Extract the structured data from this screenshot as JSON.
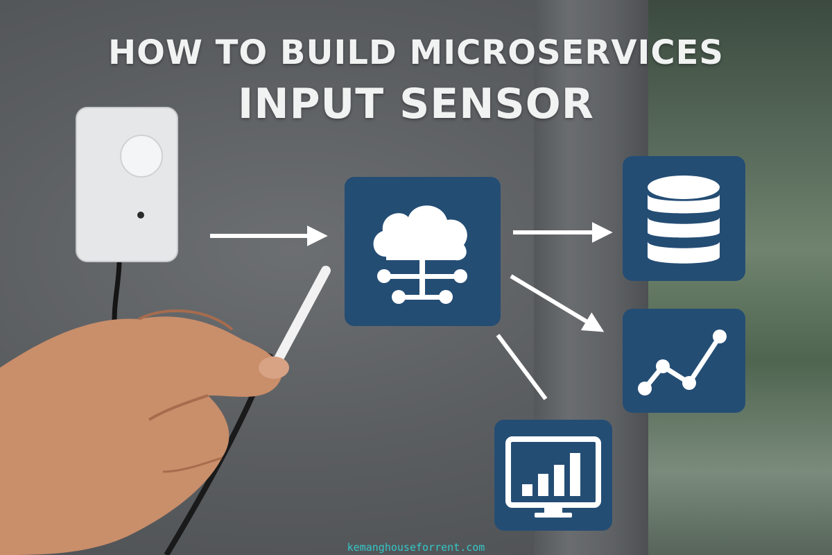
{
  "title": {
    "line1": "HOW TO BUILD MICROSERVICES",
    "line2": "INPUT SENSOR"
  },
  "footer": {
    "watermark": "kemanghouseforrent.com"
  },
  "icons": {
    "hub": "cloud-network-icon",
    "database": "database-icon",
    "analytics": "line-chart-icon",
    "dashboard": "monitor-bar-chart-icon",
    "sensor": "wall-sensor-device"
  },
  "colors": {
    "tile": "#244d74",
    "icon": "#ffffff",
    "arrow": "#ffffff",
    "watermark": "#35c7c8"
  }
}
